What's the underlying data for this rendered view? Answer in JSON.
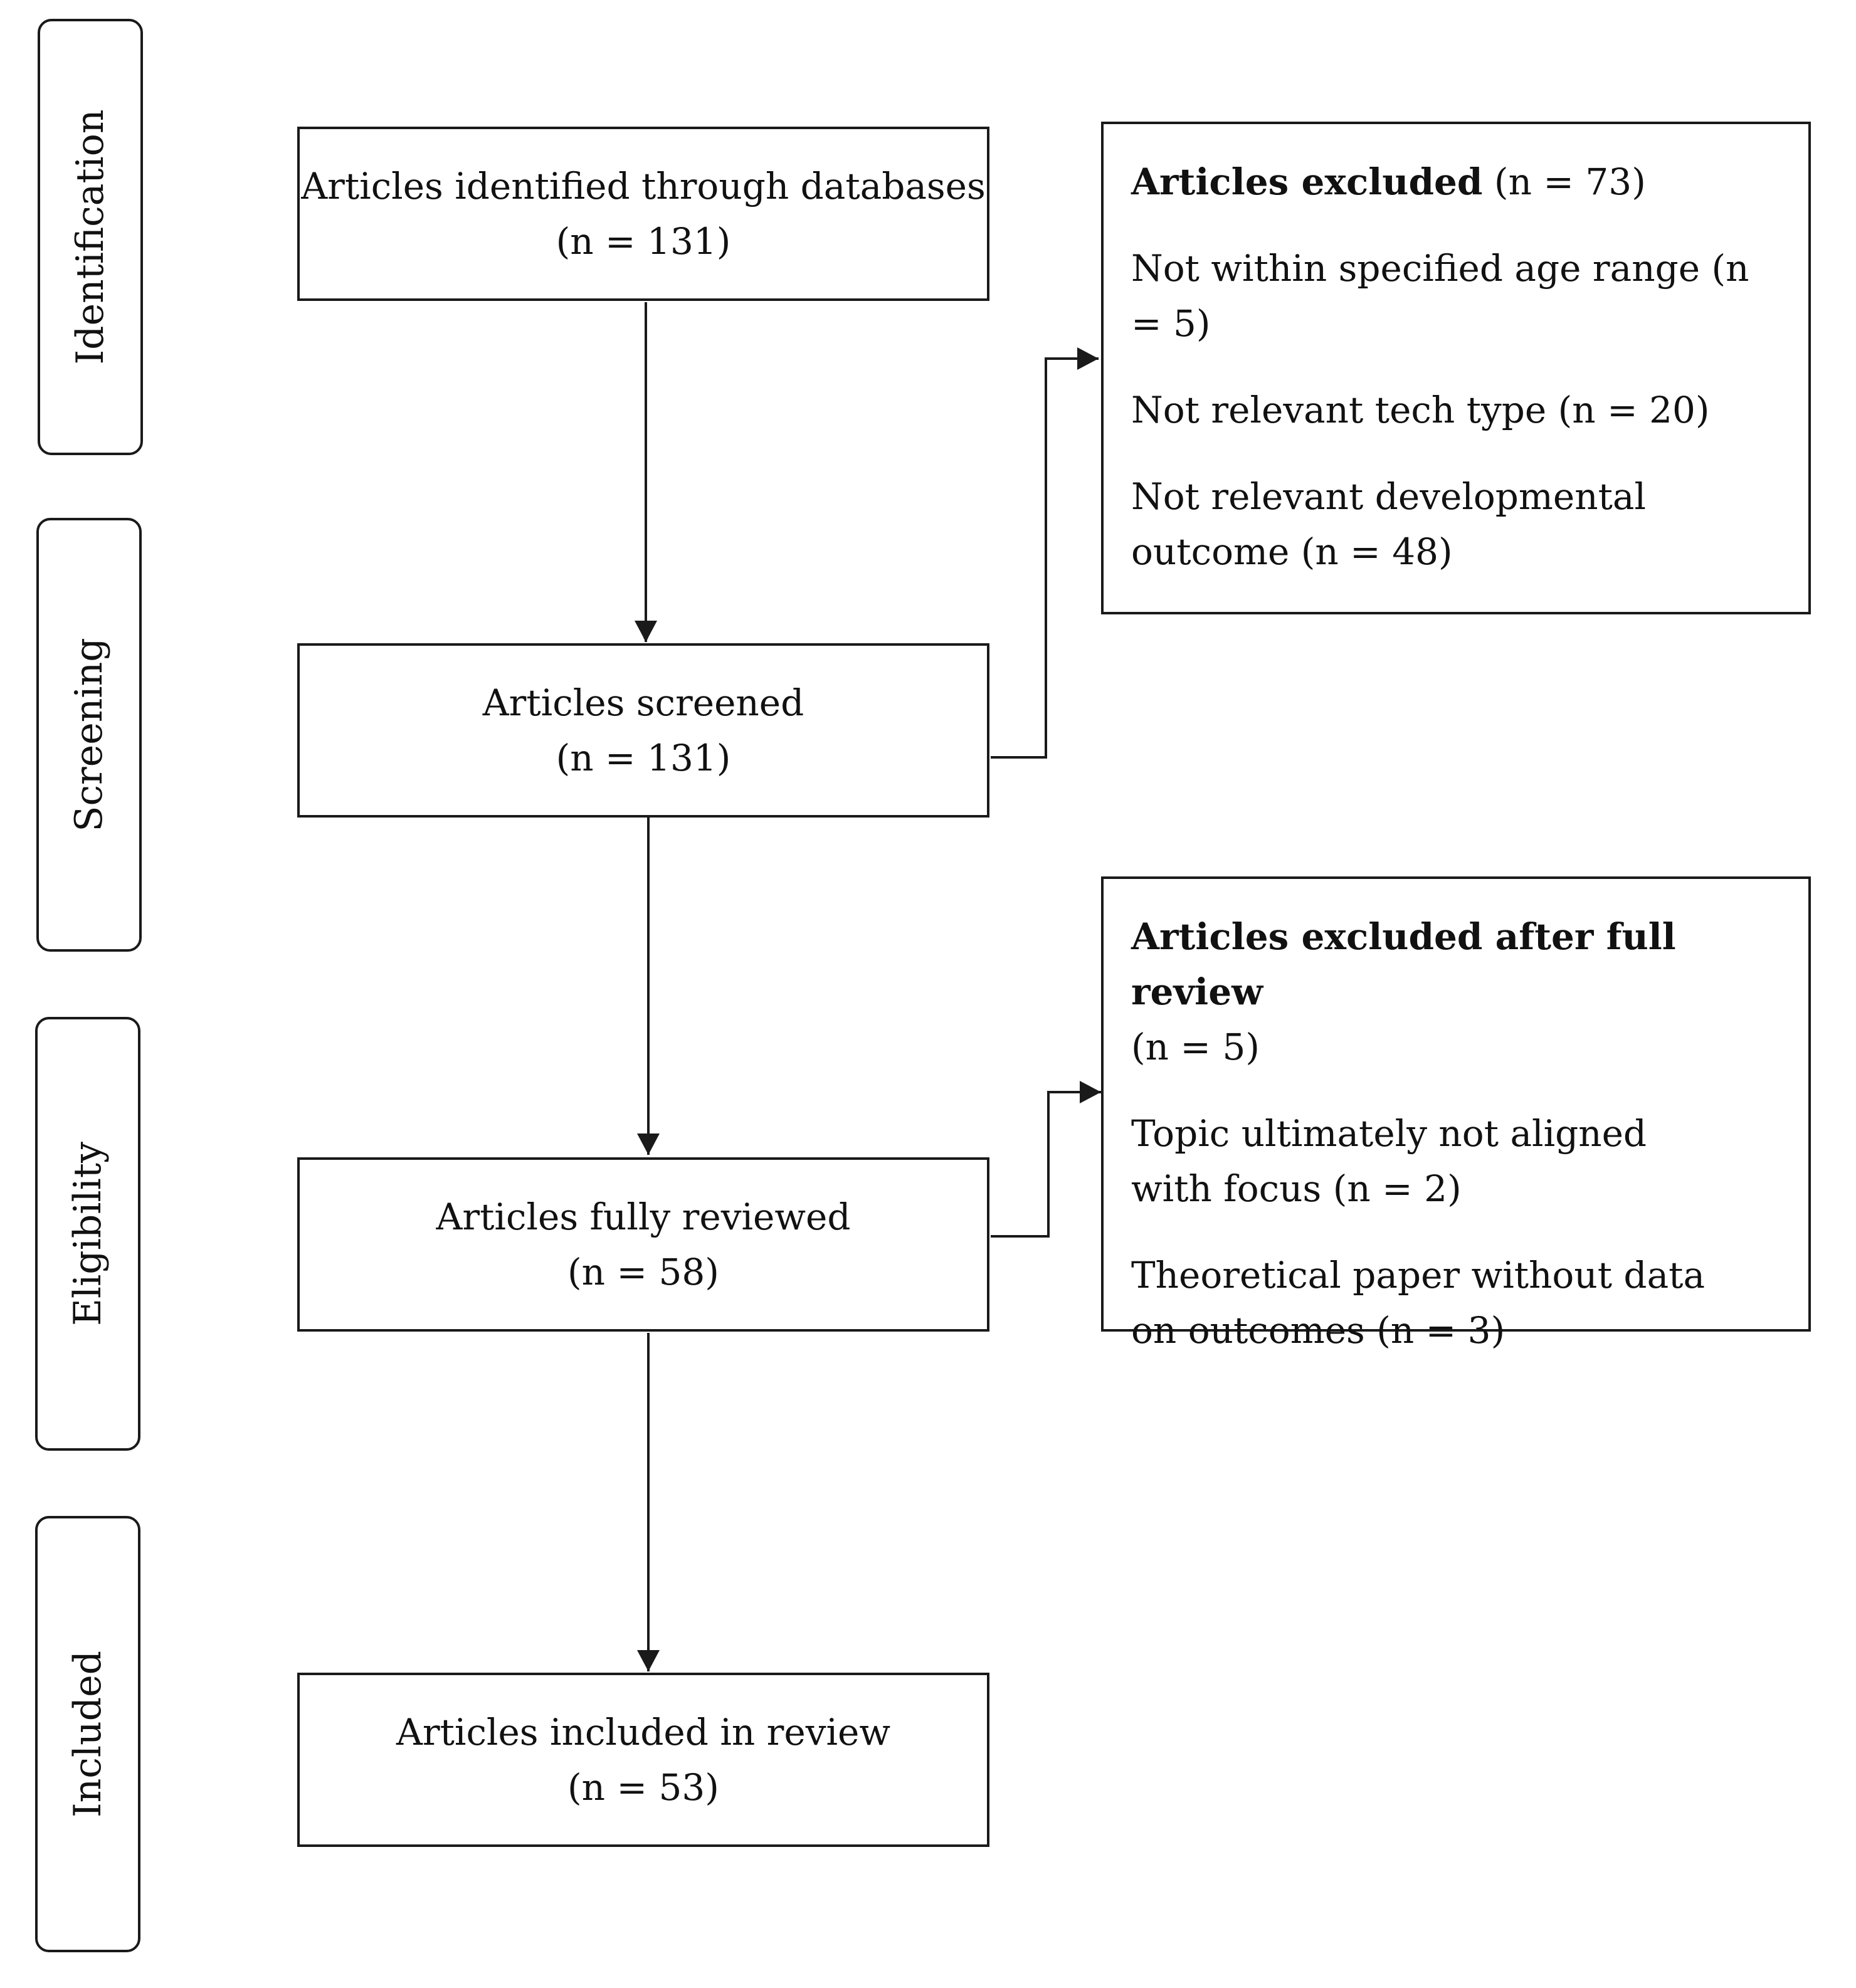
{
  "phases": {
    "identification": "Identification",
    "screening": "Screening",
    "eligibility": "Eligibility",
    "included": "Included"
  },
  "flow": {
    "identified": {
      "label": "Articles identified through databases",
      "count": "(n = 131)"
    },
    "screened": {
      "label": "Articles screened",
      "count": "(n = 131)"
    },
    "reviewed": {
      "label": "Articles fully reviewed",
      "count": "(n = 58)"
    },
    "included": {
      "label": "Articles included in review",
      "count": "(n = 53)"
    }
  },
  "excluded_screening": {
    "title": "Articles excluded",
    "title_count": " (n = 73)",
    "reasons": [
      "Not within specified age range (n = 5)",
      "Not relevant tech type (n = 20)",
      "Not relevant developmental outcome (n = 48)"
    ]
  },
  "excluded_review": {
    "title": "Articles excluded after full review",
    "title_count": "(n = 5)",
    "reasons": [
      "Topic ultimately not aligned with focus (n = 2)",
      "Theoretical paper without data on outcomes (n = 3)"
    ]
  }
}
